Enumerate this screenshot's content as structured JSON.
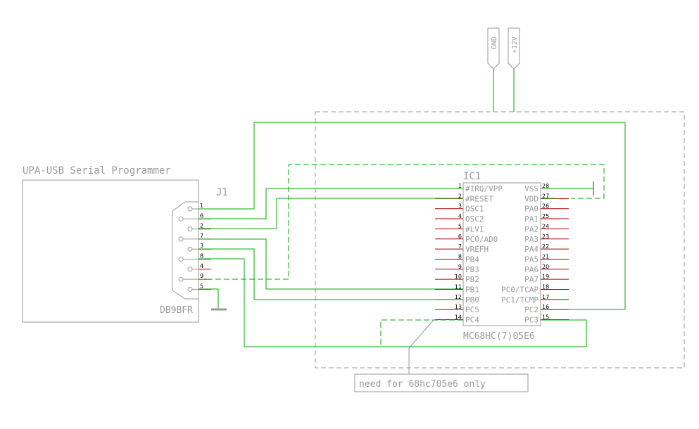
{
  "colors": {
    "wire": "#00aa00",
    "outline": "#9a9a9a",
    "pin": "#aa0000",
    "text": "#9a9a9a",
    "pin_number": "#000000"
  },
  "programmer": {
    "title": "UPA-USB Serial Programmer"
  },
  "connector": {
    "ref": "J1",
    "value": "DB9BFR",
    "pins": [
      "1",
      "6",
      "2",
      "7",
      "3",
      "8",
      "4",
      "9",
      "5"
    ]
  },
  "power": {
    "gnd_label": "GND",
    "vpp_label": "+12V"
  },
  "ic": {
    "ref": "IC1",
    "part": "MC68HC(7)05E6",
    "left_pins": [
      {
        "num": "1",
        "name": "#IRQ/VPP"
      },
      {
        "num": "2",
        "name": "#RESET"
      },
      {
        "num": "3",
        "name": "OSC1"
      },
      {
        "num": "4",
        "name": "OSC2"
      },
      {
        "num": "5",
        "name": "#LVI"
      },
      {
        "num": "6",
        "name": "PC0/AD0"
      },
      {
        "num": "7",
        "name": "VREFH"
      },
      {
        "num": "8",
        "name": "PB4"
      },
      {
        "num": "9",
        "name": "PB3"
      },
      {
        "num": "10",
        "name": "PB2"
      },
      {
        "num": "11",
        "name": "PB1"
      },
      {
        "num": "12",
        "name": "PB0"
      },
      {
        "num": "13",
        "name": "PC5"
      },
      {
        "num": "14",
        "name": "PC4"
      }
    ],
    "right_pins": [
      {
        "num": "28",
        "name": "VSS"
      },
      {
        "num": "27",
        "name": "VDD"
      },
      {
        "num": "26",
        "name": "PA0"
      },
      {
        "num": "25",
        "name": "PA1"
      },
      {
        "num": "24",
        "name": "PA2"
      },
      {
        "num": "23",
        "name": "PA3"
      },
      {
        "num": "22",
        "name": "PA4"
      },
      {
        "num": "21",
        "name": "PA5"
      },
      {
        "num": "20",
        "name": "PA6"
      },
      {
        "num": "19",
        "name": "PA7"
      },
      {
        "num": "18",
        "name": "PC0/TCAP"
      },
      {
        "num": "17",
        "name": "PC1/TCMP"
      },
      {
        "num": "16",
        "name": "PC2"
      },
      {
        "num": "15",
        "name": "PC3"
      }
    ]
  },
  "note": {
    "text": "need for 68hc705e6 only"
  }
}
